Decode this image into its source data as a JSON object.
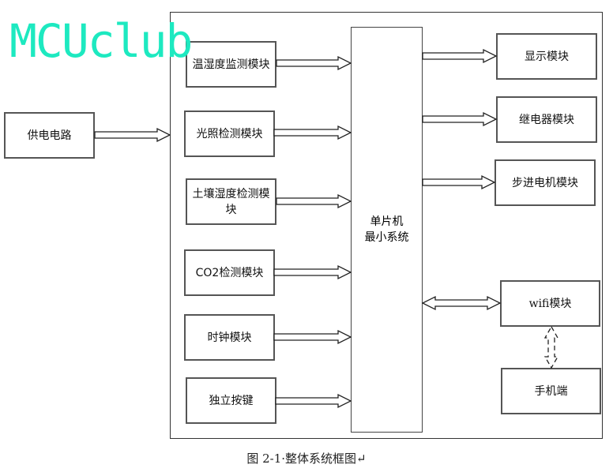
{
  "watermark": "MCUclub",
  "power": "供电电路",
  "inputs": [
    "温湿度监测模块",
    "光照检测模块",
    "土壤湿度检测模块",
    "CO2检测模块",
    "时钟模块",
    "独立按键"
  ],
  "mcu": {
    "line1": "单片机",
    "line2": "最小系统"
  },
  "outputs": [
    "显示模块",
    "继电器模块",
    "步进电机模块"
  ],
  "wifi": "wifi模块",
  "phone": "手机端",
  "caption": "图 2-1·整体系统框图↵"
}
